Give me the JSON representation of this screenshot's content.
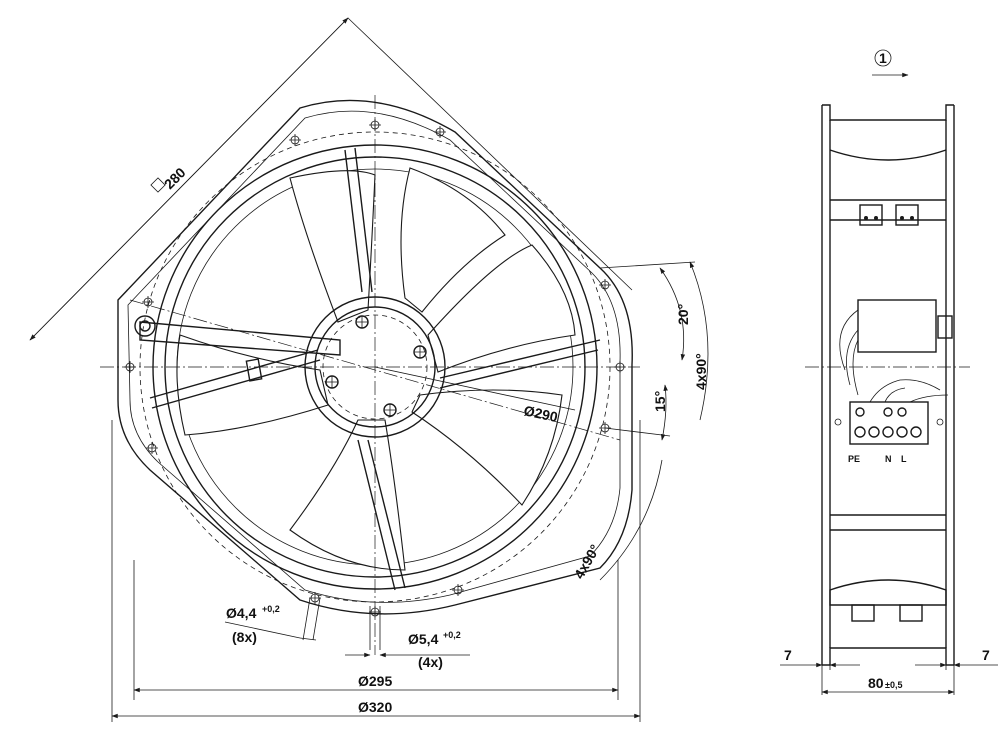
{
  "dimensions": {
    "square": "280",
    "outer_diameter": "Ø320",
    "fan_diameter": "Ø295",
    "hole_circle": "Ø290",
    "mount_hole": "Ø4,4",
    "mount_hole_tol": "+0,2",
    "mount_hole_count": "(8x)",
    "slot_hole": "Ø5,4",
    "slot_hole_tol": "+0,2",
    "slot_hole_count": "(4x)",
    "angle_20": "20°",
    "angle_15": "15°",
    "angle_4x90_a": "4x90°",
    "angle_4x90_b": "4x90°",
    "depth": "80",
    "depth_tol": "±0,5",
    "flange_left": "7",
    "flange_right": "7"
  },
  "airflow": {
    "marker": "1"
  },
  "terminals": {
    "pe": "PE",
    "n": "N",
    "l": "L"
  }
}
